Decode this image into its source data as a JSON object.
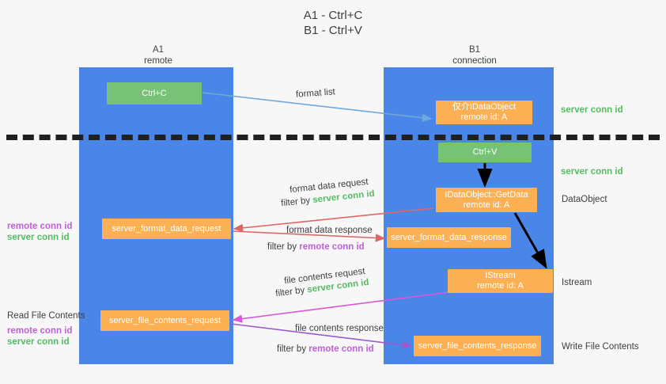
{
  "title": "A1 - Ctrl+C\nB1 - Ctrl+V",
  "lanes": [
    {
      "name": "lane-a",
      "heading": "A1\nremote"
    },
    {
      "name": "lane-b",
      "heading": "B1\nconnection"
    }
  ],
  "colors": {
    "lane": "#4a86e8",
    "green_node": "#77c277",
    "orange_node": "#fbb054",
    "server_conn_id": "#57bb63",
    "remote_conn_id": "#c060d8",
    "divider": "#202020",
    "background": "#f7f7f7",
    "arrow_blue": "#6fa8dc",
    "arrow_red": "#e06666",
    "arrow_pink": "#d957d9",
    "arrow_purple": "#9b59d0",
    "arrow_black": "#000000"
  },
  "nodes": {
    "ctrl_c": "Ctrl+C",
    "idataobject": "仅介IDataObject\nremote id: A",
    "ctrl_v": "Ctrl+V",
    "getdata": "IDataObject::GetData\nremote id: A",
    "format_data_request": "server_format_data_request",
    "format_data_response": "server_format_data_response",
    "istream": "IStream\nremote id: A",
    "file_contents_request": "server_file_contents_request",
    "file_contents_response": "server_file_contents_response"
  },
  "annotations": {
    "format_list": "format list",
    "server_conn_id_1": "server conn id",
    "server_conn_id_2": "server conn id",
    "dataobject": "DataObject",
    "istream_label": "Istream",
    "write_file_contents": "Write File Contents",
    "read_file_contents": "Read File Contents",
    "remote_conn_id": "remote conn id",
    "server_conn_id": "server conn id",
    "format_data_request": "format data request",
    "format_data_response": "format data response",
    "file_contents_request": "file contents request",
    "file_contents_response": "file contents response",
    "filter_by": "filter by "
  }
}
